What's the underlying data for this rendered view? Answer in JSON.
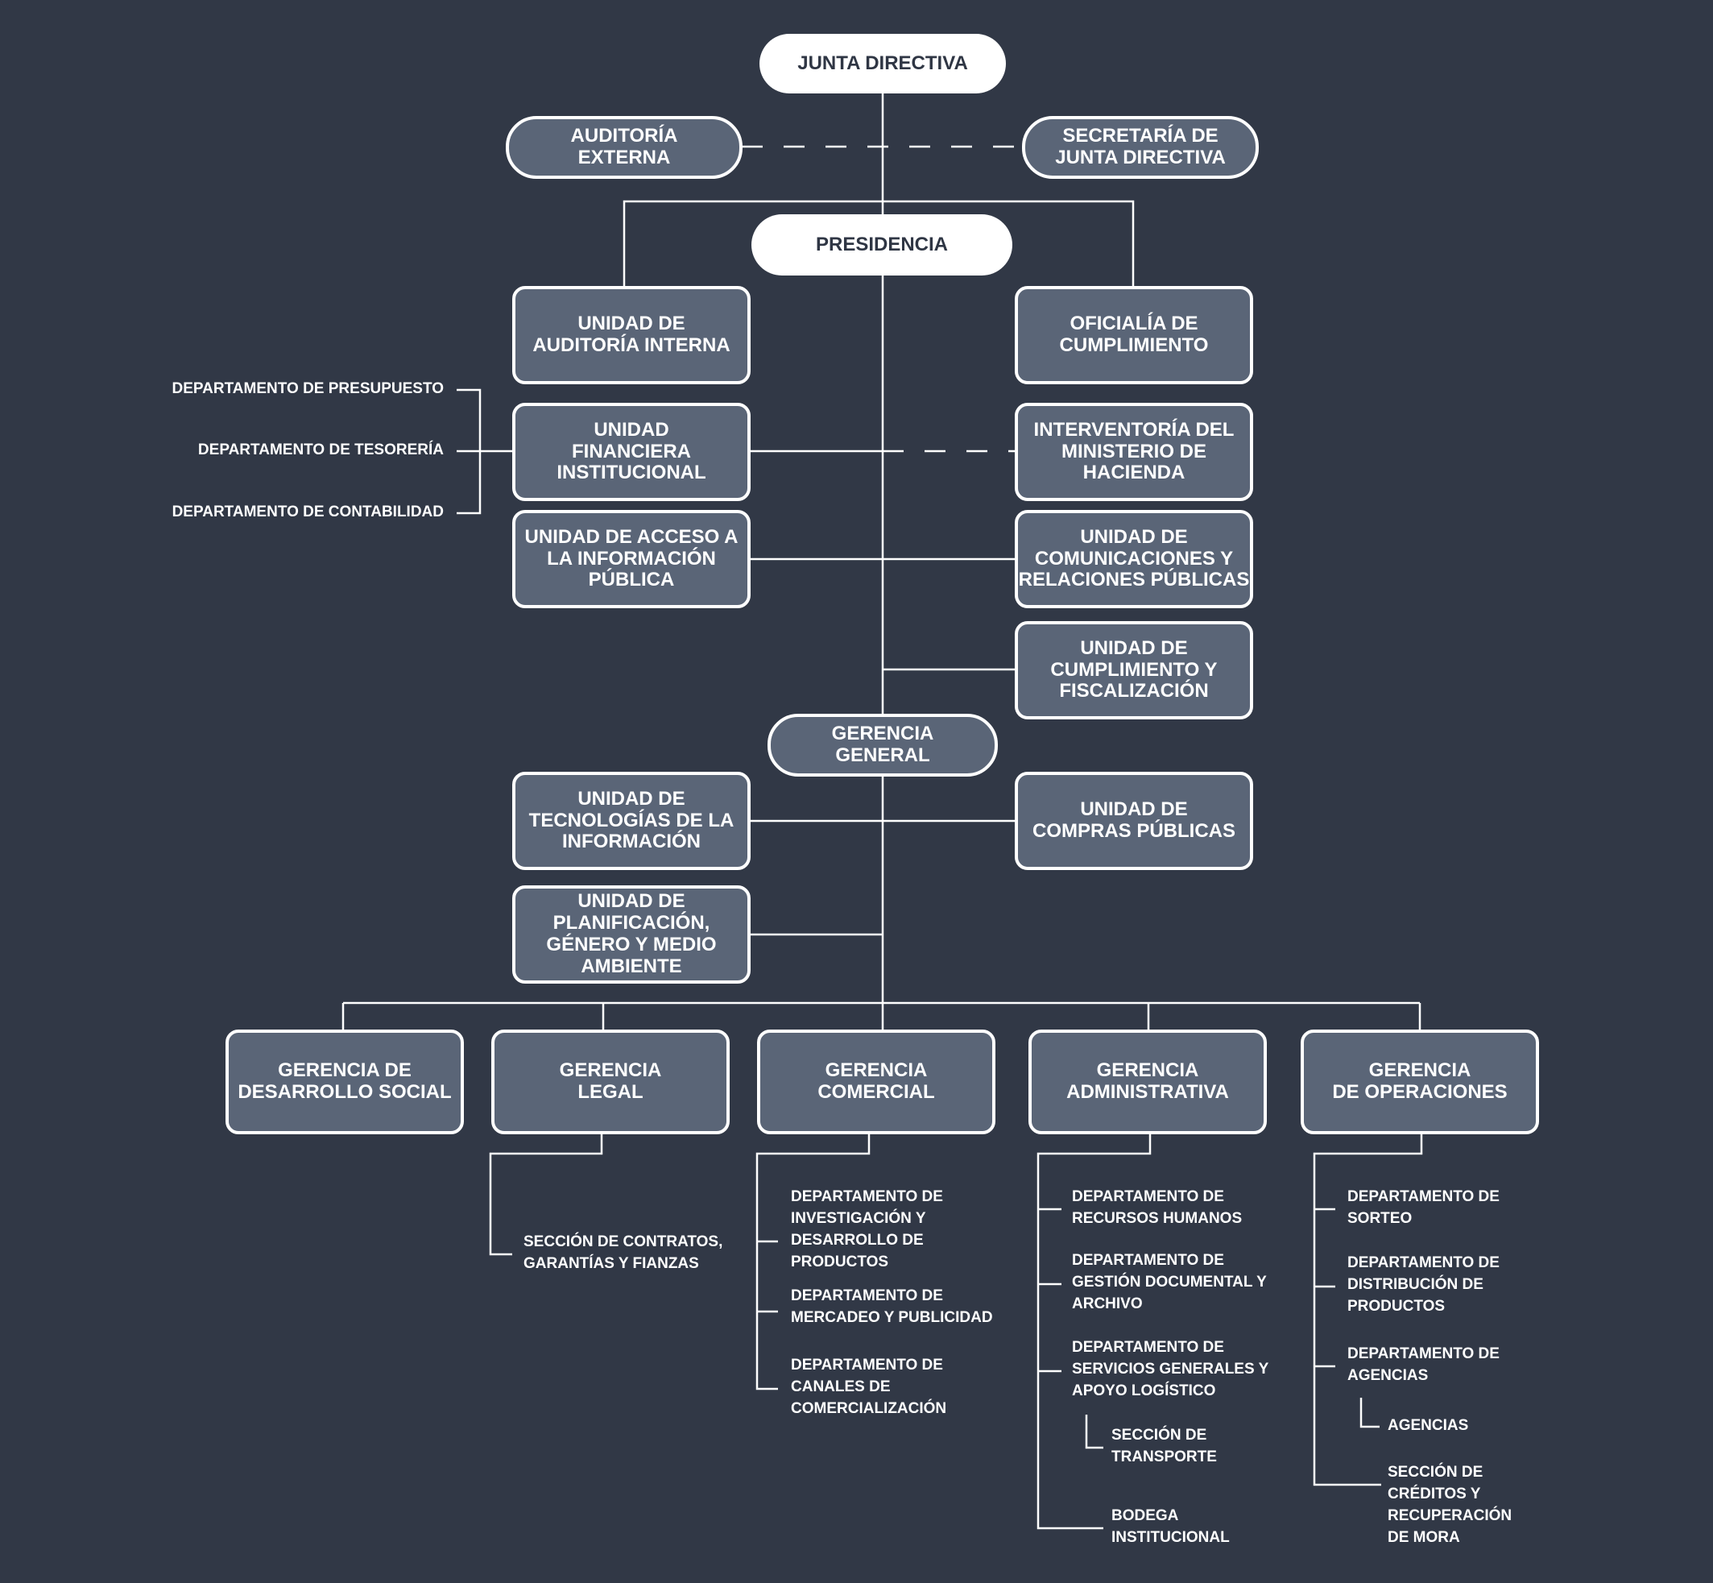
{
  "top": {
    "junta": "JUNTA DIRECTIVA",
    "auditoria_externa": "AUDITORÍA\nEXTERNA",
    "secretaria": "SECRETARÍA DE\nJUNTA DIRECTIVA",
    "presidencia": "PRESIDENCIA"
  },
  "presidencia_units": {
    "auditoria_interna": "UNIDAD DE\nAUDITORÍA INTERNA",
    "oficialia": "OFICIALÍA DE\nCUMPLIMIENTO",
    "financiera": "UNIDAD\nFINANCIERA\nINSTITUCIONAL",
    "interventoria": "INTERVENTORÍA DEL\nMINISTERIO DE\nHACIENDA",
    "acceso_info": "UNIDAD DE ACCESO A\nLA INFORMACIÓN\nPÚBLICA",
    "comunicaciones": "UNIDAD DE\nCOMUNICACIONES Y\nRELACIONES PÚBLICAS",
    "cumplimiento_fiscalizacion": "UNIDAD DE\nCUMPLIMIENTO Y\nFISCALIZACIÓN"
  },
  "financiera_departments": [
    "DEPARTAMENTO DE PRESUPUESTO",
    "DEPARTAMENTO DE TESORERÍA",
    "DEPARTAMENTO DE CONTABILIDAD"
  ],
  "gerencia_general": "GERENCIA\nGENERAL",
  "gerencia_units": {
    "tecnologias": "UNIDAD DE\nTECNOLOGÍAS DE LA\nINFORMACIÓN",
    "compras": "UNIDAD DE\nCOMPRAS PÚBLICAS",
    "planificacion": "UNIDAD DE\nPLANIFICACIÓN,\nGÉNERO Y MEDIO\nAMBIENTE"
  },
  "gerencias": {
    "desarrollo_social": "GERENCIA DE\nDESARROLLO SOCIAL",
    "legal": "GERENCIA\nLEGAL",
    "comercial": "GERENCIA\nCOMERCIAL",
    "administrativa": "GERENCIA\nADMINISTRATIVA",
    "operaciones": "GERENCIA\nDE OPERACIONES"
  },
  "legal_sections": [
    "SECCIÓN DE CONTRATOS,\nGARANTÍAS Y FIANZAS"
  ],
  "comercial_departments": [
    "DEPARTAMENTO DE\nINVESTIGACIÓN Y\nDESARROLLO DE\nPRODUCTOS",
    "DEPARTAMENTO DE\nMERCADEO Y PUBLICIDAD",
    "DEPARTAMENTO DE\nCANALES DE\nCOMERCIALIZACIÓN"
  ],
  "administrativa_departments": [
    "DEPARTAMENTO DE\nRECURSOS HUMANOS",
    "DEPARTAMENTO DE\nGESTIÓN  DOCUMENTAL Y\nARCHIVO",
    "DEPARTAMENTO DE\nSERVICIOS GENERALES Y\nAPOYO LOGÍSTICO",
    "SECCIÓN DE\nTRANSPORTE",
    "BODEGA\nINSTITUCIONAL"
  ],
  "operaciones_departments": [
    "DEPARTAMENTO DE\nSORTEO",
    "DEPARTAMENTO DE\nDISTRIBUCIÓN DE\nPRODUCTOS",
    "DEPARTAMENTO DE\nAGENCIAS",
    "AGENCIAS",
    "SECCIÓN DE\nCRÉDITOS Y\nRECUPERACIÓN\nDE MORA"
  ],
  "colors": {
    "background": "#313846",
    "box_fill": "#5a6577",
    "line": "#ffffff"
  }
}
